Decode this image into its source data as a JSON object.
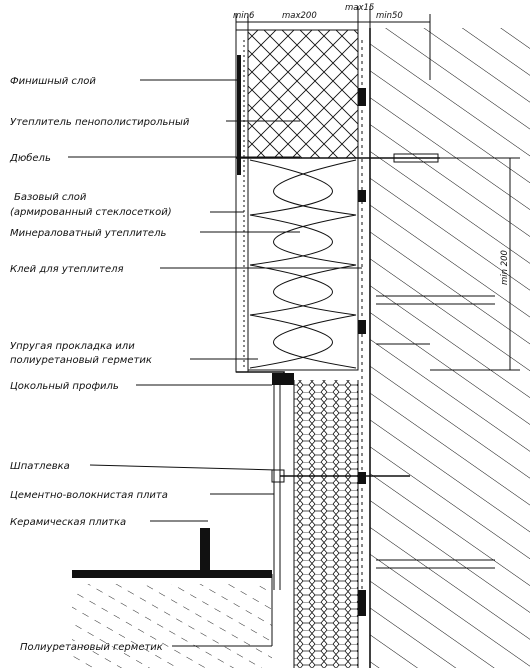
{
  "dimensions": {
    "min6": "min6",
    "max200": "max200",
    "max15": "max15",
    "min50": "min50",
    "min200": "min 200"
  },
  "labels": {
    "finish_layer": "Финишный слой",
    "eps_insulation": "Утеплитель пенополистирольный",
    "dowel": "Дюбель",
    "base_layer_1": "Базовый слой",
    "base_layer_2": "(армированный стеклосеткой)",
    "mineral_wool": "Минераловатный утеплитель",
    "adhesive": "Клей для утеплителя",
    "gasket_1": "Упругая прокладка или",
    "gasket_2": "полиуретановый герметик",
    "plinth_profile": "Цокольный профиль",
    "putty": "Шпатлевка",
    "fiber_cement": "Цементно-волокнистая плита",
    "ceramic_tile": "Керамическая плитка",
    "pu_sealant": "Полиуретановый герметик"
  }
}
